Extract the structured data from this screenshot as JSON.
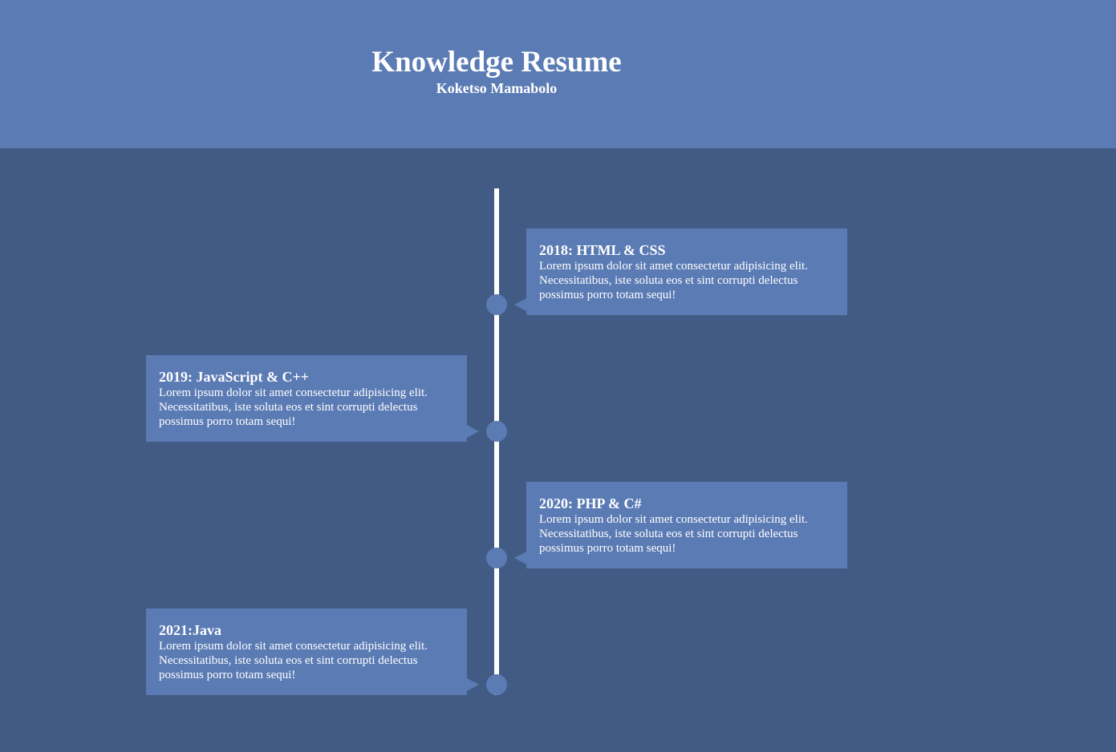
{
  "header": {
    "title": "Knowledge Resume",
    "subtitle": "Koketso Mamabolo"
  },
  "timeline": {
    "entries": [
      {
        "heading": "2018: HTML & CSS",
        "text": "Lorem ipsum dolor sit amet consectetur adipisicing elit. Necessitatibus, iste soluta eos et sint corrupti delectus possimus porro totam sequi!"
      },
      {
        "heading": "2019: JavaScript & C++",
        "text": "Lorem ipsum dolor sit amet consectetur adipisicing elit. Necessitatibus, iste soluta eos et sint corrupti delectus possimus porro totam sequi!"
      },
      {
        "heading": "2020: PHP & C#",
        "text": "Lorem ipsum dolor sit amet consectetur adipisicing elit. Necessitatibus, iste soluta eos et sint corrupti delectus possimus porro totam sequi!"
      },
      {
        "heading": "2021:Java",
        "text": "Lorem ipsum dolor sit amet consectetur adipisicing elit. Necessitatibus, iste soluta eos et sint corrupti delectus possimus porro totam sequi!"
      }
    ]
  },
  "colors": {
    "background": "#425b84",
    "accent": "#5b7bb4",
    "line": "#ffffff",
    "text": "#ffffff"
  }
}
